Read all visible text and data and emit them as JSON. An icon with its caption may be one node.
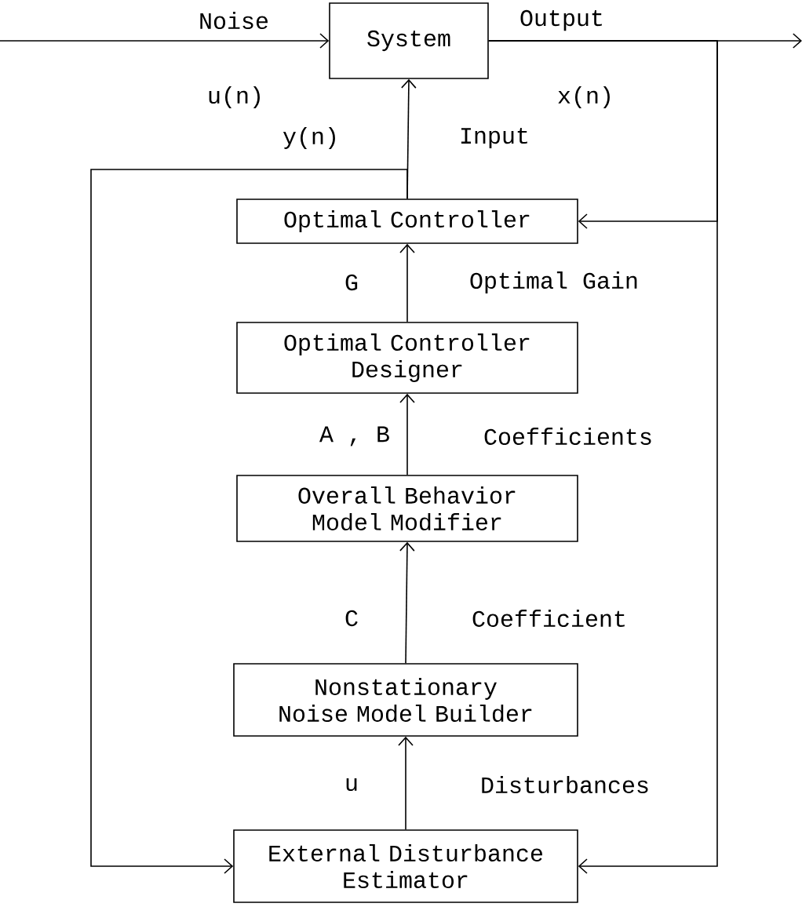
{
  "diagram": {
    "nodes": [
      {
        "text": [
          "System"
        ]
      },
      {
        "text": [
          "Optimal Controller"
        ]
      },
      {
        "text": [
          "Optimal Controller Designer"
        ]
      },
      {
        "text": [
          "Overall Behavior Model Modifier"
        ]
      },
      {
        "text": [
          "Nonstationary Noise Model Builder"
        ]
      },
      {
        "text": [
          "External Disturbance Estimator"
        ]
      }
    ],
    "edges": [
      {
        "from": null,
        "to": 0,
        "arrow": "to"
      },
      {
        "from": 0,
        "to": null,
        "arrow": "to"
      },
      {
        "from": 0,
        "to": 1,
        "arrow": "to"
      },
      {
        "from": 0,
        "to": 5,
        "arrow": "to"
      },
      {
        "from": 1,
        "to": 0,
        "arrow": "to"
      },
      {
        "from": 1,
        "to": 5,
        "arrow": "to"
      },
      {
        "from": 2,
        "to": 1,
        "arrow": "to"
      },
      {
        "from": 3,
        "to": 2,
        "arrow": "to"
      },
      {
        "from": 4,
        "to": 3,
        "arrow": "to"
      },
      {
        "from": 5,
        "to": 4,
        "arrow": "to"
      }
    ],
    "labels": [
      "Noise",
      "Output",
      "u(n)",
      "x(n)",
      "y(n)",
      "Input",
      "G",
      "Optimal Gain",
      "A , B",
      "Coefficients",
      "C",
      "Coefficient",
      "u",
      "Disturbances"
    ]
  }
}
